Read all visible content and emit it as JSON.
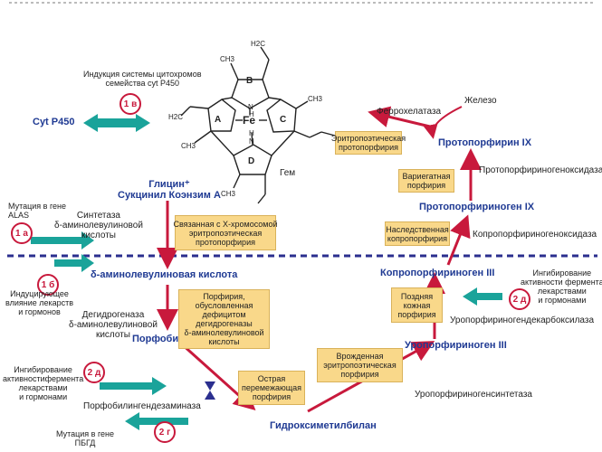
{
  "heme": {
    "label": "Гем",
    "fe": "Fe",
    "n": "N",
    "h": "H",
    "rings": [
      "A",
      "B",
      "C",
      "D"
    ],
    "ch3": "CH3",
    "ch2": "H2C"
  },
  "cyp": {
    "title": "Индукция системы цитохромов\nсемейства cyt P450",
    "badge": "1 в",
    "label": "Cyt P450"
  },
  "glycine": "Глицин⁺\nСукцинил Коэнзим А",
  "mutation_alas": "Мутация в гене\nALAS",
  "badge_1a": "1 а",
  "synthase": "Синтетаза\nδ-аминолевулиновой\nкислоты",
  "badge_1b": "1 б",
  "inducing": "Индуцирующее\nвлияние лекарств\nи гормонов",
  "ala": "δ-аминолевулиновая кислота",
  "dehydrogenase": "Дегидрогеназа\nδ-аминолевулиновой\nкислоты",
  "pbg": "Порфобилиноген",
  "inhibit_left": "Ингибирование\nактивностифермента\nлекарствами\nи гормонами",
  "badge_2d_left": "2 д",
  "pbgd": "Порфобилингендезаминаза",
  "mutation_pbgd": "Мутация в гене\nПБГД",
  "badge_2g": "2 г",
  "hmb": "Гидроксиметилбилан",
  "uro": "Уропорфириноген III",
  "uro_synth": "Уропорфириногенсинтетаза",
  "uro_decarb": "Уропорфириногендекарбоксилаза",
  "copro": "Копропорфириноген III",
  "inhibit_right": "Ингибирование\nактивности фермента\nлекарствами\nи гормонами",
  "badge_2d_right": "2 д",
  "copro_oxid": "Копропорфириногеноксидаза",
  "proto_gen": "Протопорфириноген IX",
  "proto_oxid": "Протопорфириногеноксидаза",
  "proto": "Протопорфирин IX",
  "ferro": "Феррохелатаза",
  "iron": "Железо",
  "boxes": {
    "xlinked": "Связанная с Х-хромосомой\nэритропоэтическая\nпротопорфирия",
    "alad": "Порфирия,\nобусловленная\nдефицитом\nдегидрогеназы\nδ-аминолевулиновой\nкислоты",
    "aip": "Острая\nперемежающая\nпорфирия",
    "cep": "Врожденная\nэритропоэтическая\nпорфирия",
    "pct": "Поздняя\nкожная\nпорфирия",
    "hcp": "Наследственная\nкопропорфирия",
    "vp": "Вариегатная\nпорфирия",
    "epp": "Эритропоэтическая\nпротопорфирия"
  },
  "colors": {
    "arrow": "#c8193c",
    "teal": "#1aa39a",
    "dash": "#2b2f8f",
    "box": "#f9d88a"
  }
}
